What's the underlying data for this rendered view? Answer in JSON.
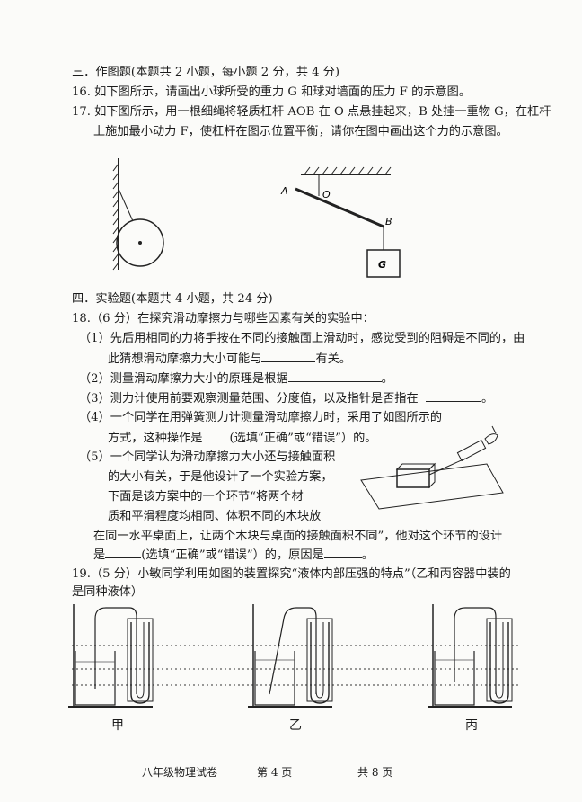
{
  "section3": {
    "heading": "三．作图题(本题共 2 小题，每小题 2 分，共 4 分)",
    "q16": "16.  如下图所示，请画出小球所受的重力 G 和球对墙面的压力 F 的示意图。",
    "q17_line1": "17.  如下图所示，用一根细绳将轻质杠杆 AOB 在 O 点悬挂起来，B 处挂一重物 G，在杠杆",
    "q17_line2": "上施加最小动力 F，使杠杆在图示位置平衡，请你在图中画出这个力的示意图。",
    "fig17_labels": {
      "A": "A",
      "O": "O",
      "B": "B",
      "G": "G"
    }
  },
  "section4": {
    "heading": "四．实验题(本题共 4 小题，共 24 分)",
    "q18": {
      "intro": "18.（6 分）在探究滑动摩擦力与哪些因素有关的实验中：",
      "p1_line1": "（1）先后用相同的力将手按在不同的接触面上滑动时，感觉受到的阻碍是不同的，由",
      "p1_line2a": "此猜想滑动摩擦力大小可能与",
      "p1_line2b": "有关。",
      "p2a": "（2）测量滑动摩擦力大小的原理是根据",
      "p2b": "。",
      "p3a": "（3）测力计使用前要观察测量范围、分度值，以及指针是否指在",
      "p3b": "。",
      "p4_line1": "（4）一个同学在用弹簧测力计测量滑动摩擦力时，采用了如图所示的",
      "p4_line2a": "方式，这种操作是",
      "p4_line2b": "(选填“正确”或“错误”）的。",
      "p5_line1": "（5）一个同学认为滑动摩擦力大小还与接触面积",
      "p5_line2": "的大小有关，于是他设计了一个实验方案，",
      "p5_line3": "下面是该方案中的一个环节“将两个材",
      "p5_line4": "质和平滑程度均相同、体积不同的木块放",
      "p5_line5": "在同一水平桌面上，让两个木块与桌面的接触面积不同”，他对这个环节的设计",
      "p5_line6a": "是",
      "p5_line6b": "(选填“正确”或“错误”）的，原因是",
      "p5_line6c": "。"
    },
    "q19": {
      "line1": "19.（5 分）小敏同学利用如图的装置探究“液体内部压强的特点”（乙和丙容器中装的",
      "line2": "是同种液体）",
      "labels": [
        "甲",
        "乙",
        "丙"
      ]
    }
  },
  "footer": {
    "subject": "八年级物理试卷",
    "page": "第  4  页",
    "total": "共    8 页"
  }
}
